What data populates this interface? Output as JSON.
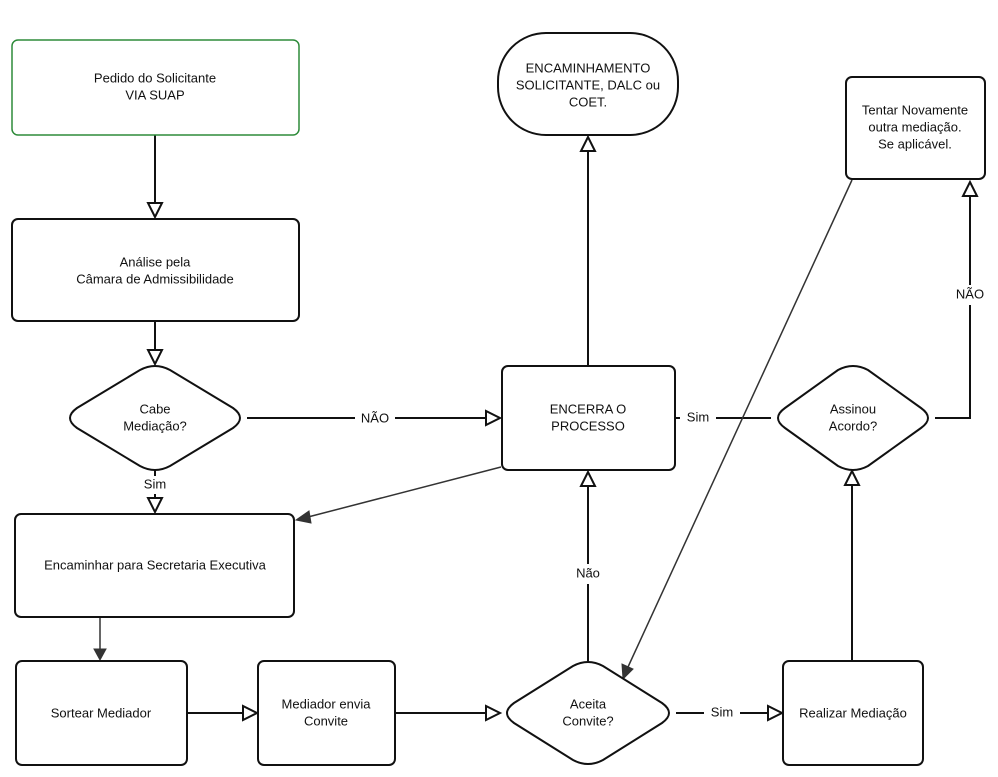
{
  "nodes": {
    "pedido": [
      "Pedido do Solicitante",
      "VIA SUAP"
    ],
    "analise": [
      "Análise pela",
      "Câmara de Admissibilidade"
    ],
    "cabe": [
      "Cabe",
      "Mediação?"
    ],
    "encerra": [
      "ENCERRA O",
      "PROCESSO"
    ],
    "encaminhamento": [
      "ENCAMINHAMENTO",
      "SOLICITANTE, DALC ou",
      "COET."
    ],
    "tentar": [
      "Tentar Novamente",
      "outra mediação.",
      "Se aplicável."
    ],
    "assinou": [
      "Assinou",
      "Acordo?"
    ],
    "secretaria": [
      "Encaminhar para Secretaria Executiva"
    ],
    "sortear": [
      "Sortear Mediador"
    ],
    "mediador": [
      "Mediador envia",
      "Convite"
    ],
    "aceita": [
      "Aceita",
      "Convite?"
    ],
    "realizar": [
      "Realizar Mediação"
    ]
  },
  "edges": {
    "cabe_nao": "NÃO",
    "cabe_sim": "Sim",
    "encerra_sim": "Sim",
    "assinou_nao": "NÃO",
    "aceita_nao": "Não",
    "aceita_sim": "Sim"
  },
  "colors": {
    "start_border": "#2e8b3a",
    "stroke": "#111111"
  }
}
